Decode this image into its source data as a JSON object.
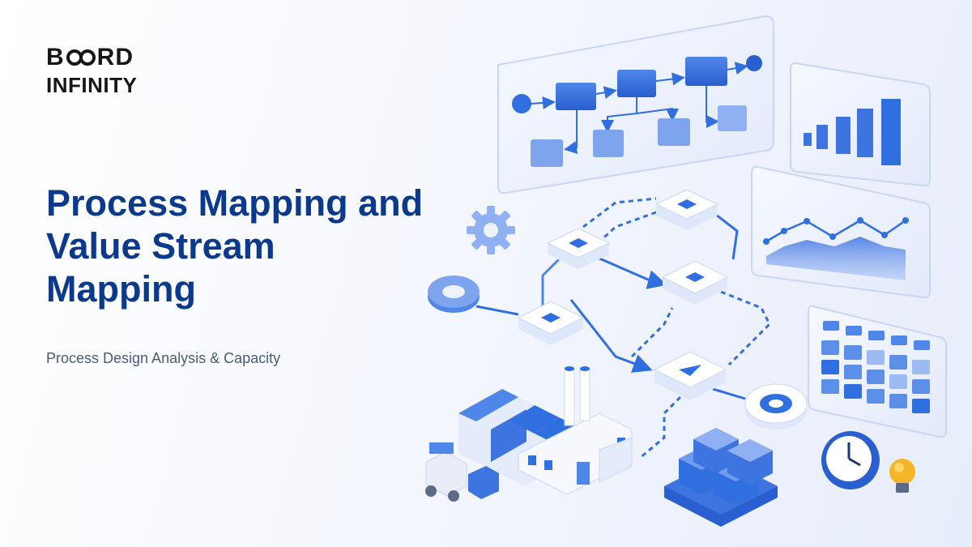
{
  "brand": {
    "line1_left": "B",
    "line1_right": "RD",
    "line2": "INFINITY",
    "logo_name": "board-infinity-logo"
  },
  "hero": {
    "title": "Process Mapping and Value Stream Mapping",
    "subtitle": "Process Design Analysis & Capacity"
  },
  "colors": {
    "title": "#0b3a8c",
    "accent": "#2f6fe0",
    "accent_light": "#8fb0f2",
    "panel": "#eef3ff"
  },
  "illustration": {
    "icons": [
      "flowchart-panel",
      "bar-chart-panel",
      "line-chart-panel",
      "calendar-panel",
      "gear-icon",
      "start-node-icon",
      "end-node-icon",
      "factory-icon",
      "forklift-icon",
      "boxes-icon",
      "clock-icon",
      "lightbulb-icon"
    ]
  }
}
